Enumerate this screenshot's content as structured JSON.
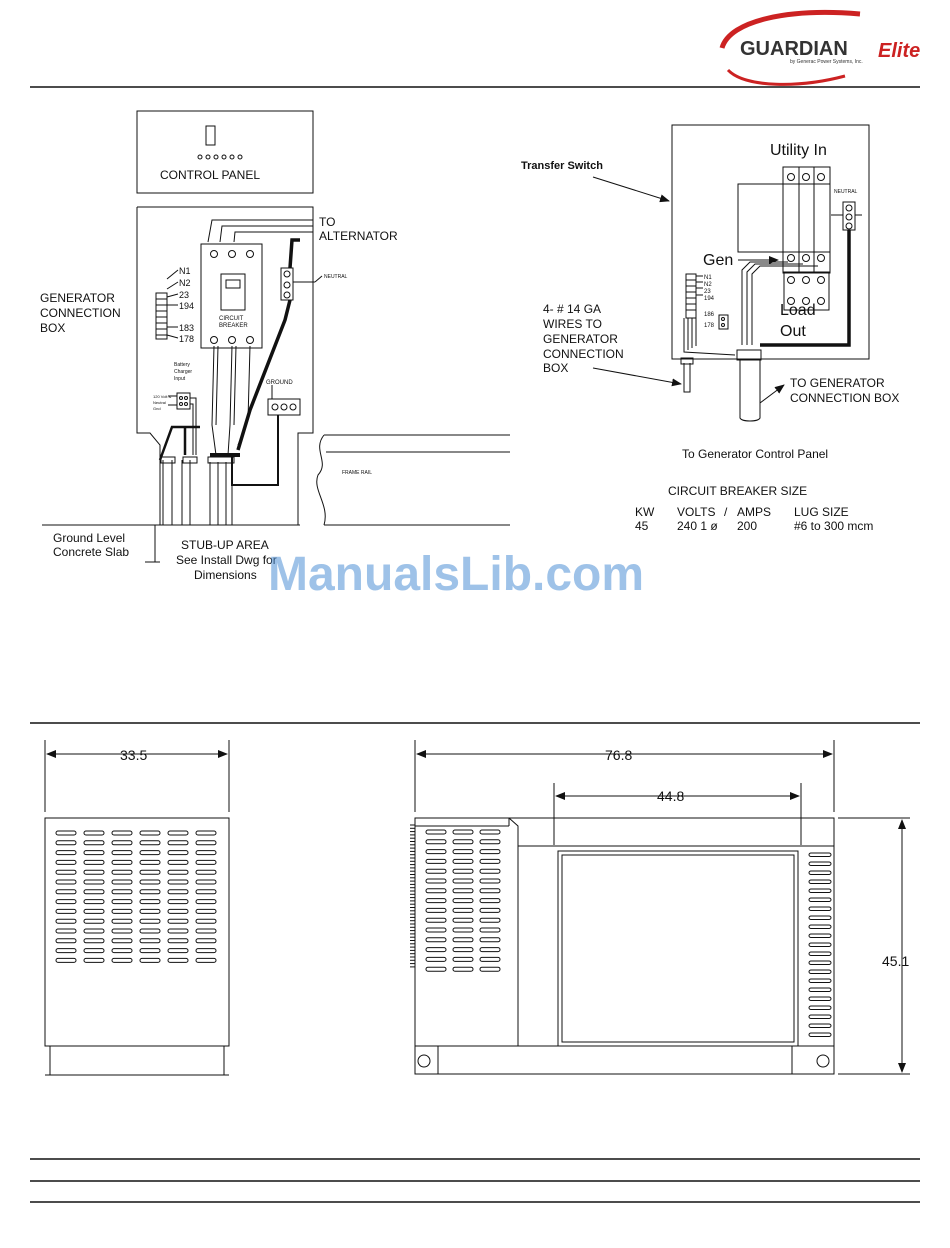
{
  "logo": {
    "brand": "GUARDIAN",
    "brand_accent": "Elite",
    "tagline": "by Generac Power Systems, Inc."
  },
  "watermark": "ManualsLib.com",
  "colors": {
    "accent": "#c22222",
    "watermark": "#4f8fd6",
    "line": "#111111"
  },
  "left_diagram": {
    "control_panel": "CONTROL PANEL",
    "to_alternator": [
      "TO",
      "ALTERNATOR"
    ],
    "neutral": "NEUTRAL",
    "generator_connection_box": [
      "GENERATOR",
      "CONNECTION",
      "BOX"
    ],
    "terminals": [
      "N1",
      "N2",
      "23",
      "194",
      "183",
      "178"
    ],
    "circuit_breaker": [
      "CIRCUIT",
      "BREAKER"
    ],
    "battery_charger": [
      "Battery",
      "Charger",
      "Input"
    ],
    "neutral_120": [
      "120 Volt &",
      "Neutral",
      "Gnd"
    ],
    "ground": "GROUND",
    "frame_rail": "FRAME RAIL",
    "ground_level": [
      "Ground Level",
      "Concrete Slab"
    ],
    "stub_up": [
      "STUB-UP AREA",
      "See Install Dwg for",
      "Dimensions"
    ]
  },
  "right_diagram": {
    "transfer_switch": "Transfer Switch",
    "utility_in": "Utility In",
    "neutral": "NEUTRAL",
    "gen": "Gen",
    "load_out": [
      "Load",
      "Out"
    ],
    "terminals": [
      "N1",
      "N2",
      "23",
      "194"
    ],
    "terminals2": [
      "186",
      "178"
    ],
    "wires": [
      "4- # 14 GA",
      "WIRES TO",
      "GENERATOR",
      "CONNECTION",
      "BOX"
    ],
    "to_gen_box": [
      "TO GENERATOR",
      "CONNECTION BOX"
    ],
    "to_control_panel": "To Generator Control Panel"
  },
  "breaker_table": {
    "title": "CIRCUIT BREAKER SIZE",
    "headers": [
      "KW",
      "VOLTS",
      "/",
      "AMPS",
      "LUG SIZE"
    ],
    "row": [
      "45",
      "240 1 ø",
      "200",
      "#6 to 300 mcm"
    ]
  },
  "dimensions": {
    "width_front": "33.5",
    "length": "76.8",
    "door": "44.8",
    "height": "45.1"
  }
}
